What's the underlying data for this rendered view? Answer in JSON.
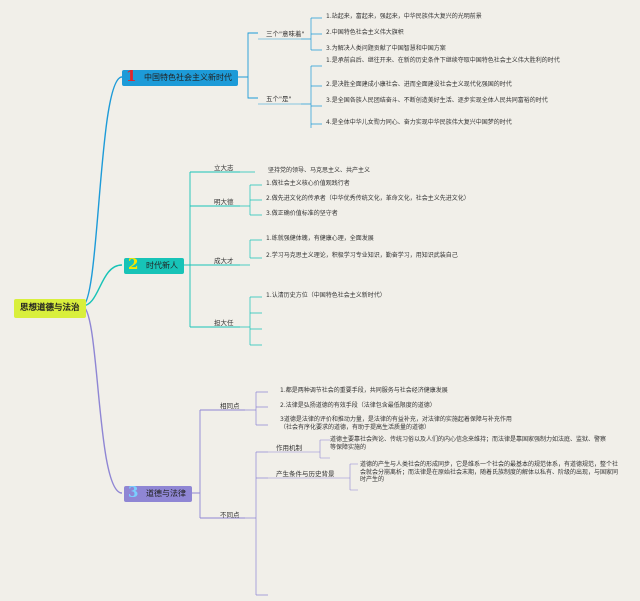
{
  "root": "思想道德与法治",
  "branch1": {
    "num": "1",
    "label": "中国特色社会主义新时代",
    "sub1": {
      "label": "三个\"意味着\"",
      "items": [
        "1.站起来，富起来，强起来，中华民族伟大复兴的光明前景",
        "2.中国特色社会主义伟大旗帜",
        "3.为解决人类问题贡献了中国智慧和中国方案"
      ]
    },
    "sub2": {
      "label": "五个\"是\"",
      "items": [
        "1.是承前启后、继往开来、在新的历史条件下继续夺取中国特色社会主义伟大胜利的时代",
        "2.是决胜全面建成小康社会、进而全面建设社会主义现代化强国的时代",
        "3.是全国各族人民团结奋斗、不断创造美好生活、逐步实现全体人民共同富裕的时代",
        "4.是全体中华儿女勠力同心、奋力实现中华民族伟大复兴中国梦的时代"
      ]
    }
  },
  "branch2": {
    "num": "2",
    "label": "时代新人",
    "sub1": {
      "label": "立大志",
      "items": [
        "坚持党的领导、马克思主义、共产主义"
      ]
    },
    "sub2": {
      "label": "明大德",
      "items": [
        "1.做社会主义核心价值观践行者",
        "2.做先进文化的传承者（中华优秀传统文化，革命文化，社会主义先进文化）",
        "3.做正确价值标准的坚守者"
      ]
    },
    "sub3": {
      "label": "成大才",
      "items": [
        "1.练就强健体魄，有健康心理，全面发展",
        "2.学习马克思主义理论，积极学习专业知识，勤奋学习，用知识武装自己"
      ]
    },
    "sub4": {
      "label": "担大任",
      "items": [
        "1.认清历史方位（中国特色社会主义新时代）"
      ]
    }
  },
  "branch3": {
    "num": "3",
    "label": "道德与法律",
    "sub1": {
      "label": "相同点",
      "items": [
        "1.都是两种调节社会的重要手段，共同服务与社会经济健康发展",
        "2.法律是弘扬道德的有效手段（法律包含最低限度的道德）",
        "3道德是法律的评价和推动力量，是法律的有益补充，对法律的实施起着保障与补充作用（社会有序化要求的道德，有助于提高生活质量的道德）"
      ]
    },
    "sub2": {
      "label": "不同点",
      "children": [
        {
          "label": "作用机制",
          "text": "道德主要靠社会舆论、传统习俗以及人们的内心信念来维持；而法律是靠国家强制力如法庭、监狱、警察等保障实施的"
        },
        {
          "label": "产生条件与历史背景",
          "text": "道德的产生与人类社会的形成同步，它是维系一个社会的最基本的规范体系，有道德规范，整个社会就会分崩离析；而法律是在原始社会末期，随着氏族制度的解体以私有、阶级的出现，与国家同时产生的"
        }
      ]
    }
  },
  "colors": {
    "branch1": "#1d9bd8",
    "branch2": "#17c3b7",
    "branch3": "#8f86d4",
    "root": "#d9ef3c",
    "background": "#f1efe9"
  }
}
